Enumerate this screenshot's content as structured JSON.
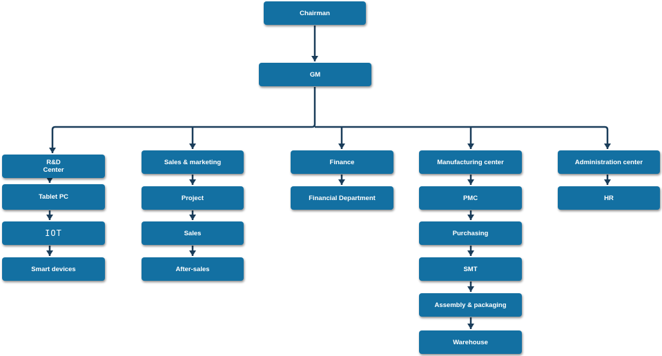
{
  "org": {
    "chairman": "Chairman",
    "gm": "GM",
    "departments": [
      {
        "name": "R&D\nCenter",
        "children": [
          "Tablet PC",
          "IOT",
          "Smart devices"
        ]
      },
      {
        "name": "Sales & marketing",
        "children": [
          "Project",
          "Sales",
          "After-sales"
        ]
      },
      {
        "name": "Finance",
        "children": [
          "Financial Department"
        ]
      },
      {
        "name": "Manufacturing center",
        "children": [
          "PMC",
          "Purchasing",
          "SMT",
          "Assembly & packaging",
          "Warehouse"
        ]
      },
      {
        "name": "Administration center",
        "children": [
          "HR"
        ]
      }
    ]
  },
  "colors": {
    "box": "#1370a2",
    "line": "#1a3d5a",
    "text": "#ffffff"
  }
}
